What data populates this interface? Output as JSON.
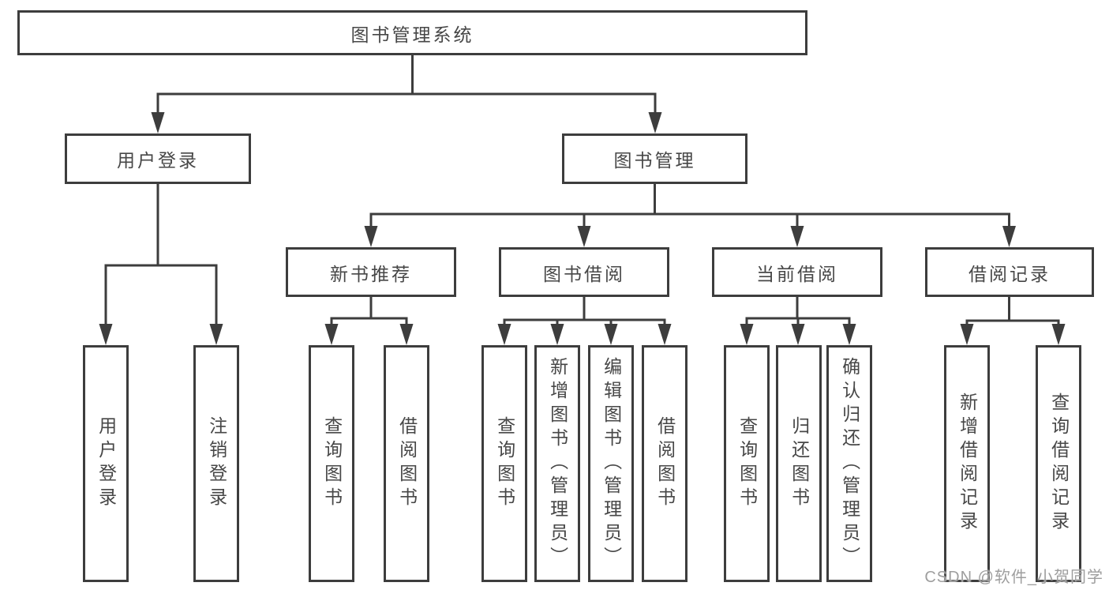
{
  "tree": {
    "root": {
      "label": "图书管理系统"
    },
    "branches": [
      {
        "label": "用户登录",
        "children": [
          {
            "label": "用户登录"
          },
          {
            "label": "注销登录"
          }
        ]
      },
      {
        "label": "图书管理",
        "children": [
          {
            "label": "新书推荐",
            "children": [
              {
                "label": "查询图书"
              },
              {
                "label": "借阅图书"
              }
            ]
          },
          {
            "label": "图书借阅",
            "children": [
              {
                "label": "查询图书"
              },
              {
                "label": "新增图书（管理员）"
              },
              {
                "label": "编辑图书（管理员）"
              },
              {
                "label": "借阅图书"
              }
            ]
          },
          {
            "label": "当前借阅",
            "children": [
              {
                "label": "查询图书"
              },
              {
                "label": "归还图书"
              },
              {
                "label": "确认归还（管理员）"
              }
            ]
          },
          {
            "label": "借阅记录",
            "children": [
              {
                "label": "新增借阅记录"
              },
              {
                "label": "查询借阅记录"
              }
            ]
          }
        ]
      }
    ]
  },
  "watermark": {
    "text": "CSDN @软件_小贺同学"
  },
  "colors": {
    "line": "#3d3d3d",
    "text": "#474747",
    "background": "#ffffff",
    "watermark": "#9e9e9e"
  }
}
